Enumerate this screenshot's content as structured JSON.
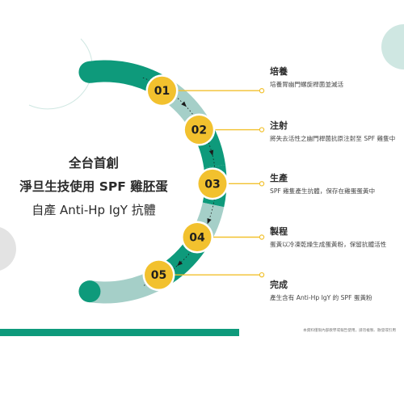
{
  "title": {
    "line1": "全台首創",
    "line2": "淨旦生技使用 SPF 雞胚蛋",
    "line3": "自產 Anti-Hp IgY 抗體"
  },
  "steps": [
    {
      "number": "01",
      "title": "培養",
      "desc": "培養胃幽門螺旋桿菌並滅活"
    },
    {
      "number": "02",
      "title": "注射",
      "desc": "將失去活性之幽門桿菌抗原注射至 SPF 雞隻中"
    },
    {
      "number": "03",
      "title": "生產",
      "desc": "SPF 雞隻產生抗體，保存在雞蛋蛋黃中"
    },
    {
      "number": "04",
      "title": "製程",
      "desc": "蛋黃以冷凍乾燥生成蛋黃粉，保留抗體活性"
    },
    {
      "number": "05",
      "title": "完成",
      "desc": "產生含有 Anti-Hp IgY 的 SPF 蛋黃粉"
    }
  ],
  "footnote": "本資料僅限內部教學或報告使用，請勿複製、散發或引用",
  "colors": {
    "teal": "#0e9a7b",
    "light_teal": "#a5cfc8",
    "yellow": "#f2c12e",
    "dot_line": "#1b1b1b",
    "grey_blob": "#e3e3e3",
    "mint_blob": "#cfe7e2"
  }
}
